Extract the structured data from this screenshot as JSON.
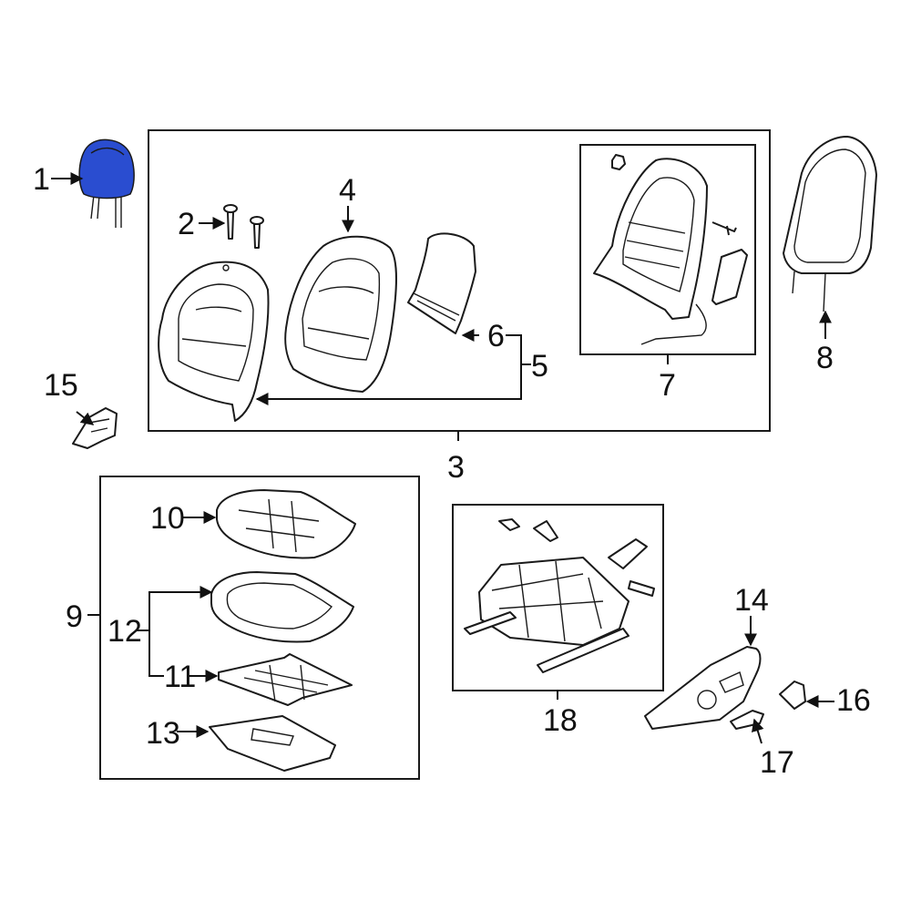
{
  "colors": {
    "highlight": "#2a4dd0",
    "line": "#1a1a1a",
    "background": "#ffffff"
  },
  "callouts": {
    "c1": "1",
    "c2": "2",
    "c3": "3",
    "c4": "4",
    "c5": "5",
    "c6": "6",
    "c7": "7",
    "c8": "8",
    "c9": "9",
    "c10": "10",
    "c11": "11",
    "c12": "12",
    "c13": "13",
    "c14": "14",
    "c15": "15",
    "c16": "16",
    "c17": "17",
    "c18": "18"
  },
  "highlighted_part": "1",
  "icons": [
    "headrest",
    "bolt",
    "seat-back-cover",
    "seat-back-pad",
    "lumbar-panel",
    "seat-back-frame",
    "seat-back-panel",
    "cushion-pad",
    "cushion-cover",
    "heater-mat",
    "seat-track",
    "side-shield",
    "recline-handle",
    "recline-knob",
    "hinge-cover"
  ]
}
